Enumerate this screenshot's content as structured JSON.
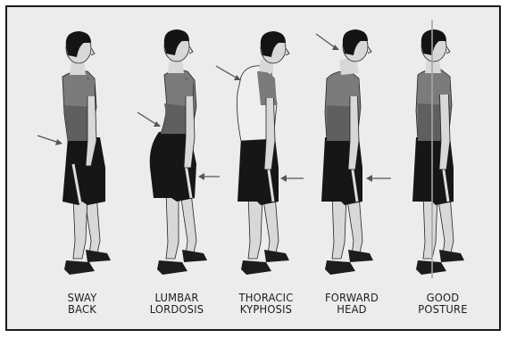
{
  "colors": {
    "panel_background": "#ececec",
    "frame_border": "#1a1a1a",
    "skin": "#d8d8d8",
    "hair": "#141414",
    "shirt_gray": "#7b7b7b",
    "shirt_white": "#efefef",
    "shorts": "#161616",
    "shoe": "#1c1c1c",
    "arrow": "#555555",
    "plumb_line": "#a6a6a6"
  },
  "postures": [
    {
      "id": "sway-back",
      "label_line1": "SWAY",
      "label_line2": "BACK"
    },
    {
      "id": "lumbar-lordosis",
      "label_line1": "LUMBAR",
      "label_line2": "LORDOSIS"
    },
    {
      "id": "thoracic-kyphosis",
      "label_line1": "THORACIC",
      "label_line2": "KYPHOSIS"
    },
    {
      "id": "forward-head",
      "label_line1": "FORWARD",
      "label_line2": "HEAD"
    },
    {
      "id": "good-posture",
      "label_line1": "GOOD",
      "label_line2": "POSTURE"
    }
  ]
}
